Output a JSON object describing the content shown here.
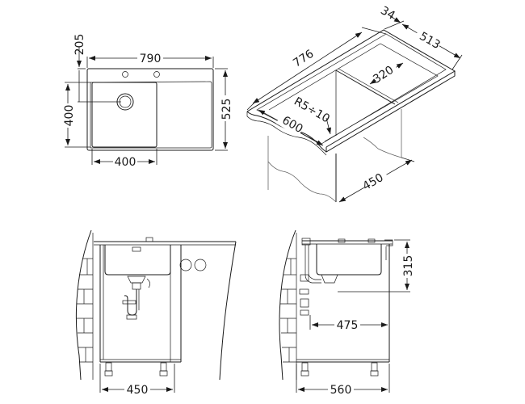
{
  "top_view": {
    "overall_width": "790",
    "overall_depth": "525",
    "tap_offset": "205",
    "bowl_depth": "400",
    "bowl_width": "400"
  },
  "isometric_view": {
    "length": "776",
    "rim": "34",
    "depth": "513",
    "drainer_width": "320",
    "corner_radius": "R5÷10",
    "cutout_depth": "600",
    "cabinet_width": "450"
  },
  "front_view": {
    "cabinet_width": "450"
  },
  "side_view": {
    "bowl_height": "315",
    "drain_offset": "475",
    "cabinet_depth": "560"
  }
}
